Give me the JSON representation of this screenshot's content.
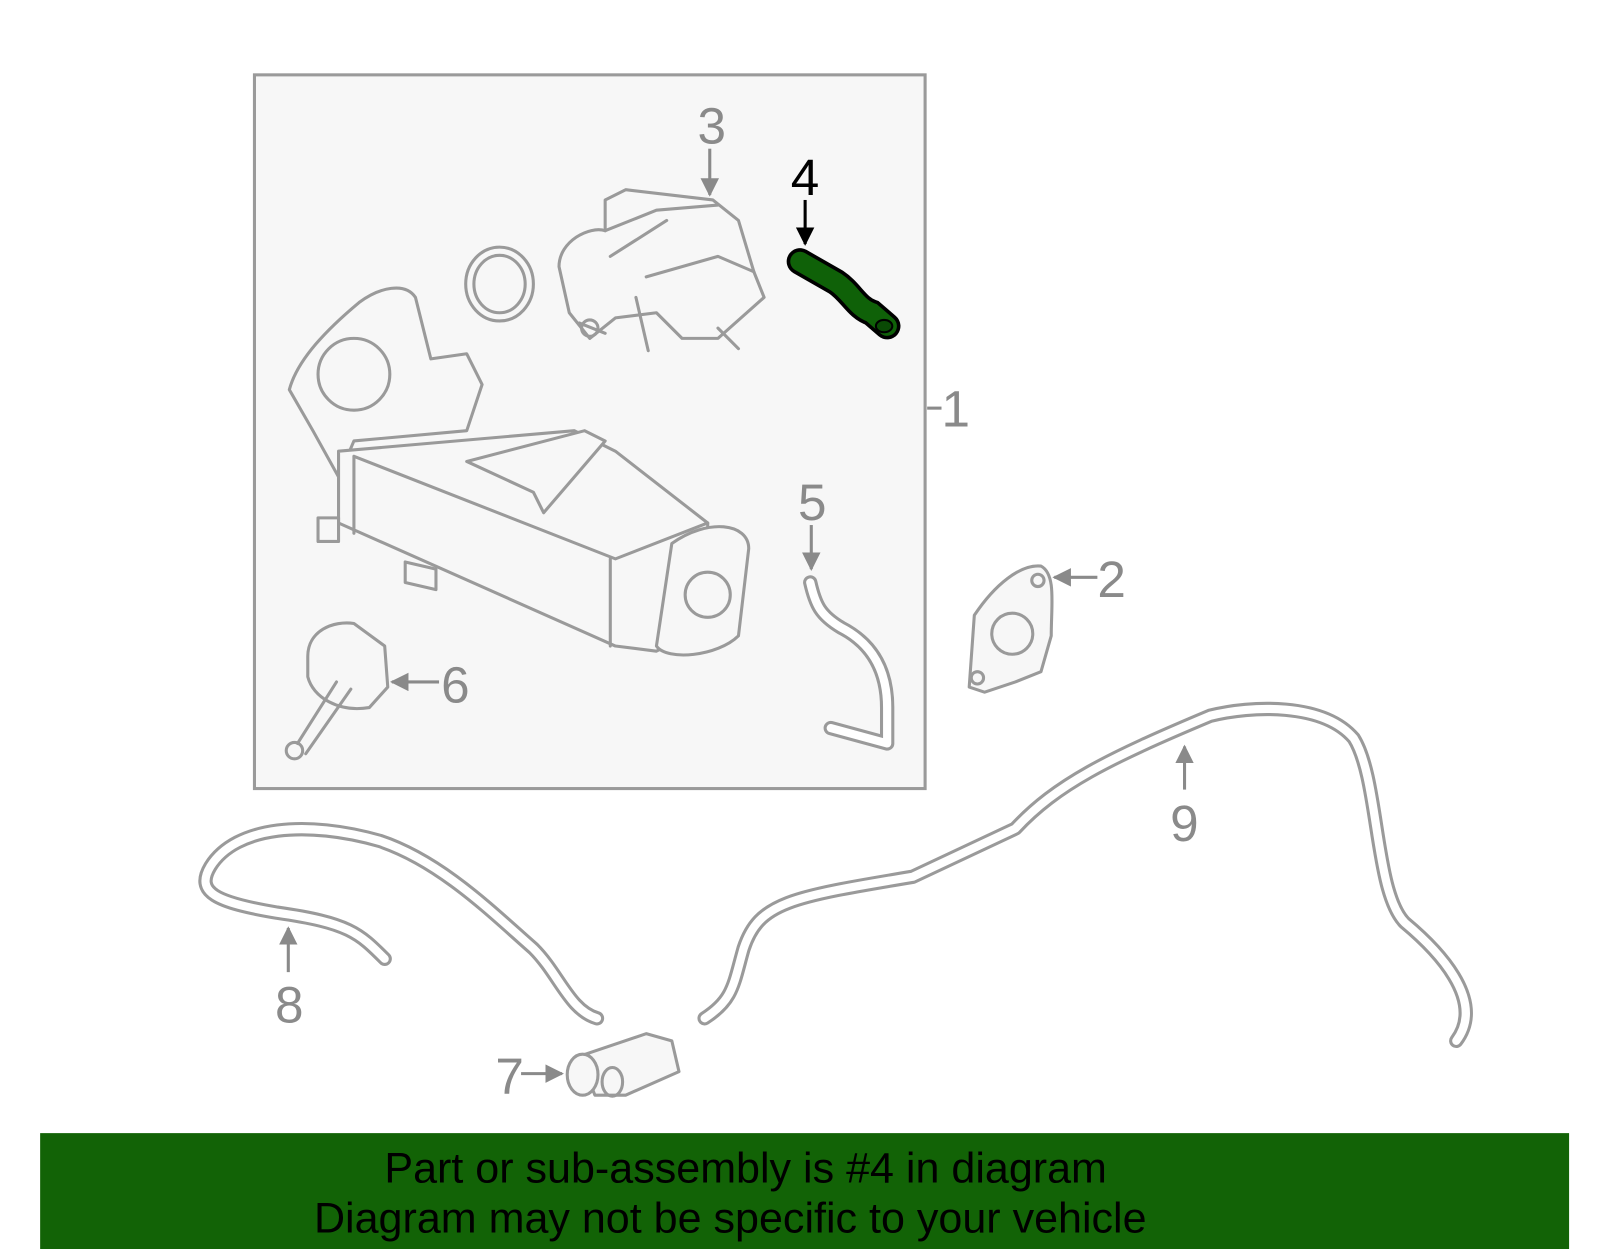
{
  "diagram": {
    "callouts": [
      "1",
      "2",
      "3",
      "4",
      "5",
      "6",
      "7",
      "8",
      "9"
    ],
    "highlighted_part": "4",
    "highlight_color": "#0f6108",
    "line_color": "#9a9a9a"
  },
  "banner": {
    "line1": "Part or sub-assembly is #4 in diagram",
    "line2": "Diagram may not be specific to your vehicle",
    "color": "#126306"
  }
}
